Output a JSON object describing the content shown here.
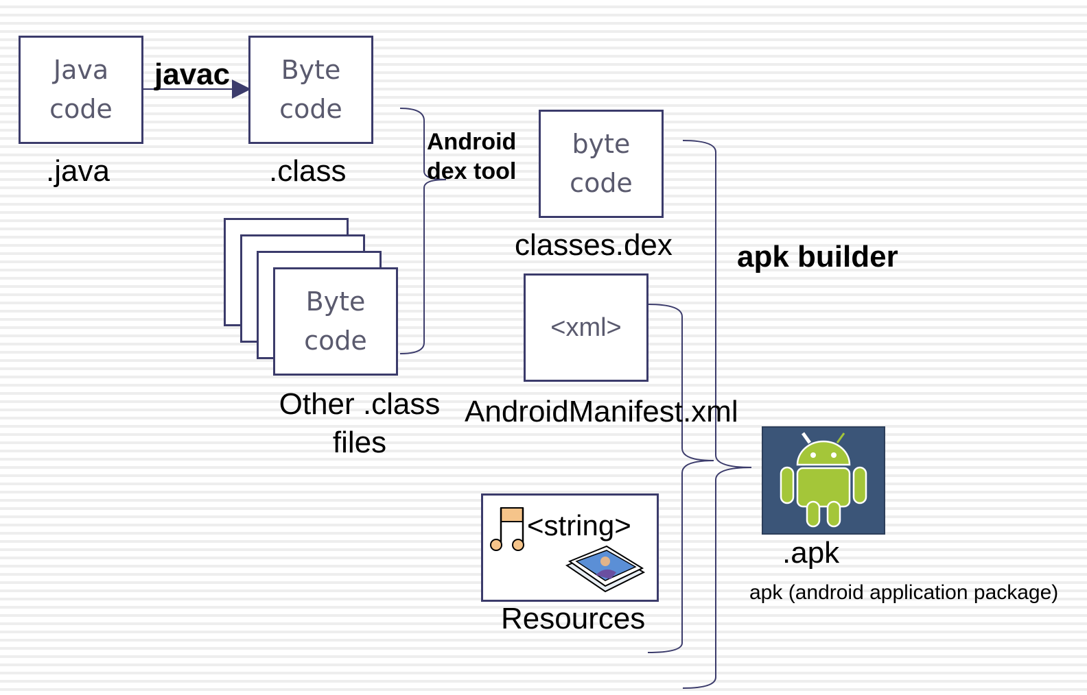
{
  "nodes": {
    "java_code": {
      "line1": "Java",
      "line2": "code",
      "label": ".java"
    },
    "byte_code": {
      "line1": "Byte",
      "line2": "code",
      "label": ".class"
    },
    "other_byte_code": {
      "line1": "Byte",
      "line2": "code",
      "label_line1": "Other .class",
      "label_line2": "files"
    },
    "dex_byte_code": {
      "line1": "byte",
      "line2": "code",
      "label": "classes.dex"
    },
    "manifest": {
      "text": "<xml>",
      "label": "AndroidManifest.xml"
    },
    "resources": {
      "text": "<string>",
      "label": "Resources"
    },
    "apk": {
      "label": ".apk",
      "caption": "apk (android application package)"
    }
  },
  "edges": {
    "javac": "javac",
    "dex_tool_line1": "Android",
    "dex_tool_line2": "dex tool",
    "apk_builder": "apk builder"
  },
  "colors": {
    "line": "#3b3b6b",
    "android_green": "#a4c639",
    "apk_bg": "#3b5578",
    "note": "#f5c48a"
  },
  "icons": {
    "music": "music-note-icon",
    "photos": "photo-stack-icon",
    "android": "android-robot-icon"
  }
}
